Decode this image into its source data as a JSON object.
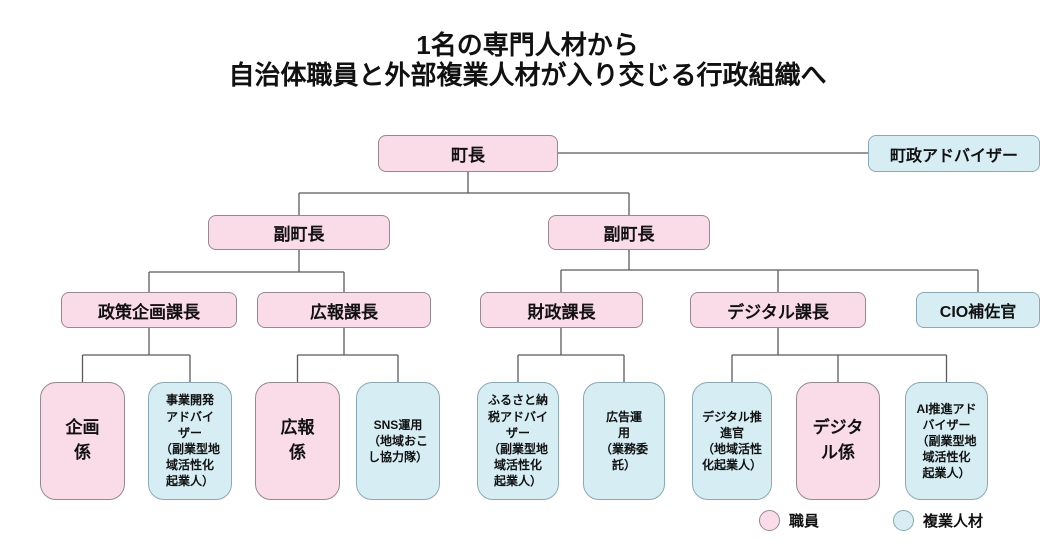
{
  "title": {
    "line1": "1名の専門人材から",
    "line2": "自治体職員と外部複業人材が入り交じる行政組織へ"
  },
  "org": {
    "nodes": {
      "mayor": {
        "label": "町長",
        "type": "staff"
      },
      "town_advisor": {
        "label": "町政アドバイザー",
        "type": "external"
      },
      "deputy_left": {
        "label": "副町長",
        "type": "staff"
      },
      "deputy_right": {
        "label": "副町長",
        "type": "staff"
      },
      "policy_planning_chief": {
        "label": "政策企画課長",
        "type": "staff"
      },
      "pr_chief": {
        "label": "広報課長",
        "type": "staff"
      },
      "finance_chief": {
        "label": "財政課長",
        "type": "staff"
      },
      "digital_chief": {
        "label": "デジタル課長",
        "type": "staff"
      },
      "cio_aide": {
        "label": "CIO補佐官",
        "type": "external"
      },
      "planning_section": {
        "label": "企画\n係",
        "type": "staff"
      },
      "business_dev_advisor": {
        "label": "事業開発\nアドバイ\nザー\n（副業型地\n域活性化\n起業人）",
        "type": "external"
      },
      "pr_section": {
        "label": "広報\n係",
        "type": "staff"
      },
      "sns_operation": {
        "label": "SNS運用\n（地域おこ\nし協力隊）",
        "type": "external"
      },
      "furusato_tax_advisor": {
        "label": "ふるさと納\n税アドバイ\nザー\n（副業型地\n域活性化\n起業人）",
        "type": "external"
      },
      "ad_operation": {
        "label": "広告運\n用\n（業務委\n託）",
        "type": "external"
      },
      "digital_promotion_officer": {
        "label": "デジタル推\n進官\n（地域活性\n化起業人）",
        "type": "external"
      },
      "digital_section": {
        "label": "デジタ\nル係",
        "type": "staff"
      },
      "ai_promotion_advisor": {
        "label": "AI推進アド\nバイザー\n（副業型地\n域活性化\n起業人）",
        "type": "external"
      }
    }
  },
  "legend": {
    "items": [
      {
        "label": "職員",
        "color": "#fadce9"
      },
      {
        "label": "複業人材",
        "color": "#d5edf3"
      }
    ]
  }
}
